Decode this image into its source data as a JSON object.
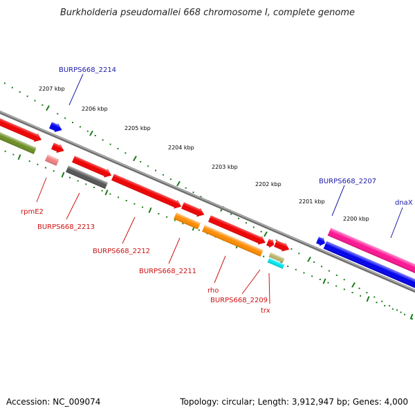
{
  "title": "Burkholderia pseudomallei 668 chromosome I, complete genome",
  "accession": "Accession: NC_009074",
  "topology": "Topology: circular; Length: 3,912,947 bp; Genes: 4,000",
  "colors": {
    "backbone": "#8a8a8a",
    "tick": "#1a7a1a",
    "label_blue": "#1a1aa8",
    "label_red": "#cc1111"
  },
  "ticks": [
    {
      "label": "2207 kbp"
    },
    {
      "label": "2206 kbp"
    },
    {
      "label": "2205 kbp"
    },
    {
      "label": "2204 kbp"
    },
    {
      "label": "2203 kbp"
    },
    {
      "label": "2202 kbp"
    },
    {
      "label": "2201 kbp"
    },
    {
      "label": "2200 kbp"
    }
  ],
  "genes": [
    {
      "label": "BURPS668_2214",
      "color": "#0000ee"
    },
    {
      "label": "rpmE2",
      "color": "#f08080"
    },
    {
      "label": "BURPS668_2213",
      "color": "#555555"
    },
    {
      "label": "BURPS668_2212",
      "color": "#ee0000"
    },
    {
      "label": "BURPS668_2211",
      "color": "#ff8c00"
    },
    {
      "label": "rho",
      "color": "#ff8c00"
    },
    {
      "label": "BURPS668_2209",
      "color": "#bdb76b"
    },
    {
      "label": "trx",
      "color": "#00e5ee"
    },
    {
      "label": "BURPS668_2207",
      "color": "#ff1493"
    },
    {
      "label": "dnaX",
      "color": "#0000ee"
    }
  ],
  "unlabeled_colors": {
    "red": "#ee0000",
    "olive": "#6b8e23",
    "blue": "#0000ee"
  }
}
